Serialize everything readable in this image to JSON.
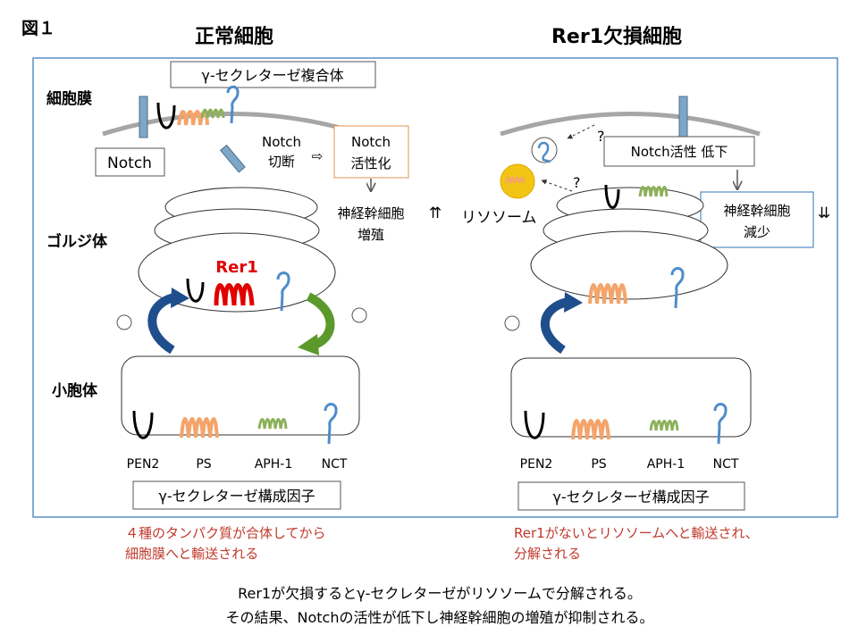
{
  "figure_label": "図１",
  "left": {
    "title": "正常細胞",
    "complex_box": "γ-セクレターゼ複合体",
    "membrane_label": "細胞膜",
    "notch_box": "Notch",
    "cleavage": [
      "Notch",
      "切断"
    ],
    "activation_box": [
      "Notch",
      "活性化"
    ],
    "nsc_text": [
      "神経幹細胞",
      "増殖"
    ],
    "nsc_arrows": "⇈",
    "golgi_label": "ゴルジ体",
    "rer1_label": "Rer1",
    "er_label": "小胞体",
    "components": [
      "PEN2",
      "PS",
      "APH-1",
      "NCT"
    ],
    "components_box": "γ-セクレターゼ構成因子",
    "note": [
      "４種のタンパク質が合体してから",
      "細胞膜へと輸送される"
    ]
  },
  "right": {
    "title": "Rer1欠損細胞",
    "activity_box": "Notch活性 低下",
    "question": "?",
    "lysosome_label": "リソソーム",
    "nsc_box": [
      "神経幹細胞",
      "減少"
    ],
    "nsc_arrows": "⇊",
    "components": [
      "PEN2",
      "PS",
      "APH-1",
      "NCT"
    ],
    "components_box": "γ-セクレターゼ構成因子",
    "note": [
      "Rer1がないとリソソームへと輸送され、",
      "分解される"
    ]
  },
  "summary": [
    "Rer1が欠損するとγ-セクレターゼがリソソームで分解される。",
    "その結果、Notchの活性が低下し神経幹細胞の増殖が抑制される。"
  ],
  "colors": {
    "frame": "#2e75b6",
    "membrane": "#a6a6a6",
    "notch": "#7ea6c7",
    "ps": "#f4a46a",
    "aph1": "#8db15a",
    "nct": "#4f8cc9",
    "rer1": "#e00000",
    "blue_arrow": "#1f4e8c",
    "green_arrow": "#5b9a2a",
    "lysosome": "#f2c414",
    "note": "#c0392b"
  }
}
